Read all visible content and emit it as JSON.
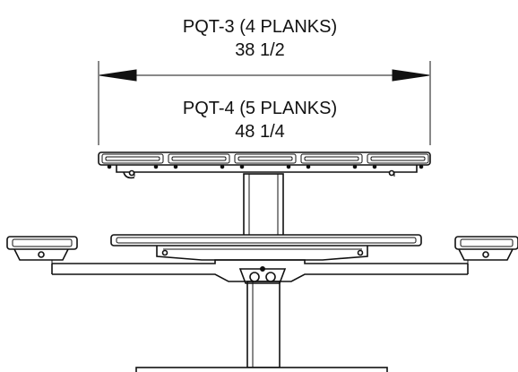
{
  "dimensions": [
    {
      "model": "PQT-3 (4 PLANKS)",
      "value": "38 1/2"
    },
    {
      "model": "PQT-4 (5 PLANKS)",
      "value": "48 1/4"
    }
  ],
  "colors": {
    "line": "#111111",
    "background": "#ffffff"
  }
}
